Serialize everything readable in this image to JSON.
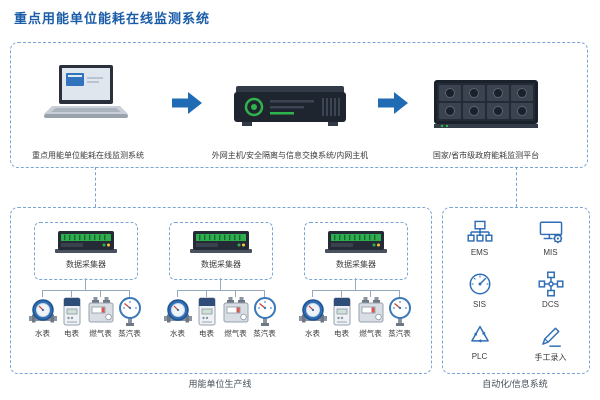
{
  "header": {
    "title": "重点用能单位能耗在线监测系统"
  },
  "flow": {
    "nodes": [
      {
        "label": "重点用能单位能耗在线监测系统"
      },
      {
        "label": "外网主机/安全隔离与信息交换系统/内网主机"
      },
      {
        "label": "国家/省市级政府能耗监测平台"
      }
    ]
  },
  "collectors": {
    "caption": "用能单位生产线",
    "groups": [
      {
        "collector_label": "数据采集器",
        "meters": [
          "水表",
          "电表",
          "燃气表",
          "蒸汽表"
        ]
      },
      {
        "collector_label": "数据采集器",
        "meters": [
          "水表",
          "电表",
          "燃气表",
          "蒸汽表"
        ]
      },
      {
        "collector_label": "数据采集器",
        "meters": [
          "水表",
          "电表",
          "燃气表",
          "蒸汽表"
        ]
      }
    ]
  },
  "systems": {
    "caption": "自动化/信息系统",
    "items": [
      {
        "label": "EMS"
      },
      {
        "label": "MIS"
      },
      {
        "label": "SIS"
      },
      {
        "label": "DCS"
      },
      {
        "label": "PLC"
      },
      {
        "label": "手工录入"
      }
    ]
  },
  "colors": {
    "accent": "#1a5ca8",
    "arrow": "#1f6cb5",
    "dashed_border": "#7aa3d6",
    "device_dark": "#232a36",
    "green": "#2fae4d",
    "icon_blue": "#2f6db5"
  }
}
